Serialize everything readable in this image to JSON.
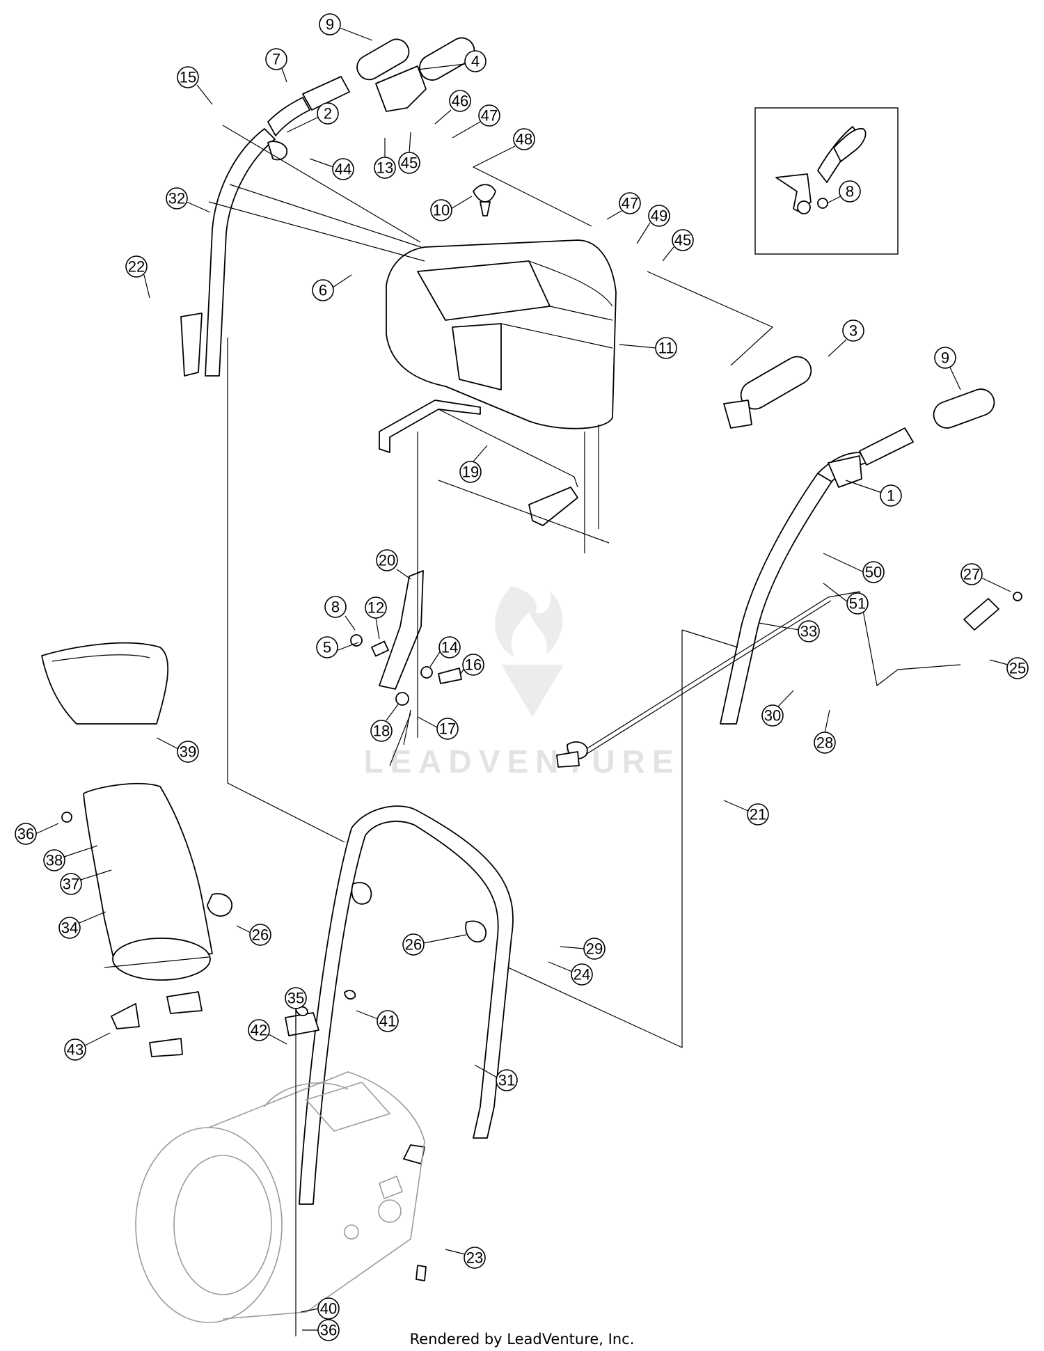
{
  "footer_text": "Rendered by LeadVenture, Inc.",
  "watermark_text": "LEADVENTURE",
  "callouts": [
    "1",
    "2",
    "3",
    "4",
    "5",
    "6",
    "7",
    "8",
    "8",
    "9",
    "9",
    "10",
    "11",
    "12",
    "13",
    "14",
    "15",
    "16",
    "17",
    "18",
    "19",
    "20",
    "21",
    "22",
    "23",
    "24",
    "25",
    "26",
    "26",
    "27",
    "28",
    "29",
    "30",
    "31",
    "32",
    "33",
    "34",
    "35",
    "36",
    "36",
    "37",
    "38",
    "39",
    "40",
    "41",
    "42",
    "43",
    "44",
    "45",
    "45",
    "46",
    "47",
    "47",
    "48",
    "49",
    "50",
    "51"
  ],
  "colors": {
    "line": "#000000",
    "ghost_part": "#9a9a9a",
    "watermark": "#e3e3e3"
  }
}
